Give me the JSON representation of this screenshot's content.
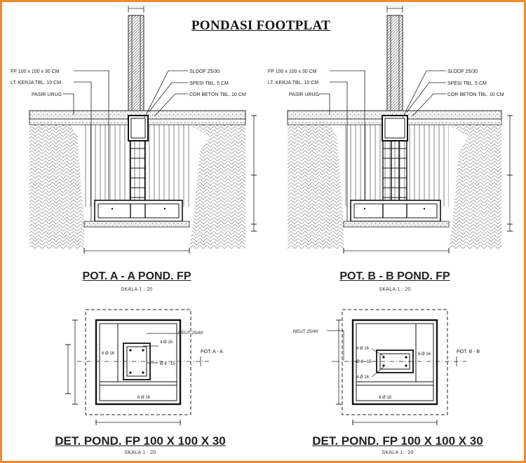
{
  "title": "PONDASI FOOTPLAT",
  "section_a": {
    "labels": {
      "fp": "FP 100 x 100 x 30 CM",
      "lt_kerja": "LT. KERJA TBL. 10 CM",
      "pasir": "PASIR URUG",
      "sloof": "SLOOF 25/30",
      "spesi": "SPESI TBL. 5 CM",
      "cor": "COR BETON TBL. 10 CM"
    },
    "caption": "POT. A - A POND. FP",
    "scale": "SKALA 1 : 20"
  },
  "section_b": {
    "labels": {
      "fp": "FP 100 x 100 x 30 CM",
      "lt_kerja": "LT. KERJA TBL. 10 CM",
      "pasir": "PASIR URUG",
      "sloof": "SLOOF 25/30",
      "spesi": "SPESI TBL. 5 CM",
      "cor": "COR BETON TBL. 10 CM"
    },
    "caption": "POT. B - B POND. FP",
    "scale": "SKALA 1 : 20"
  },
  "plan_a": {
    "neut": "NEUT 25/40",
    "bar_top": "4 Ø 16",
    "stirrup": "Ø 8 - 15",
    "bar_left": "6 Ø 16",
    "bar_bottom": "6 Ø 16",
    "cut": "POT. A - A",
    "caption": "DET. POND. FP 100 X 100 X 30",
    "scale": "SKALA 1 : 20"
  },
  "plan_b": {
    "neut": "NEUT 25/40",
    "bar_top": "4 Ø 16",
    "stirrup": "Ø 8 - 15",
    "bar_bottom": "4 Ø 16",
    "bar_right": "6 Ø 16",
    "bar_base": "6 Ø 16",
    "cut": "POT. B - B",
    "caption": "DET. POND. FP 100 X 100 X 30",
    "scale": "SKALA 1 : 20"
  }
}
